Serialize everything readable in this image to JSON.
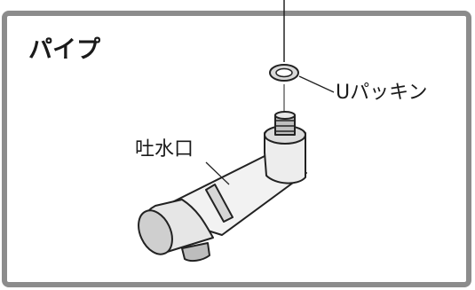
{
  "diagram": {
    "title": "パイプ",
    "parts": {
      "u_packing": "Uパッキン",
      "spout": "吐水口"
    },
    "colors": {
      "frame": "#8c8c8c",
      "line": "#222222"
    }
  }
}
